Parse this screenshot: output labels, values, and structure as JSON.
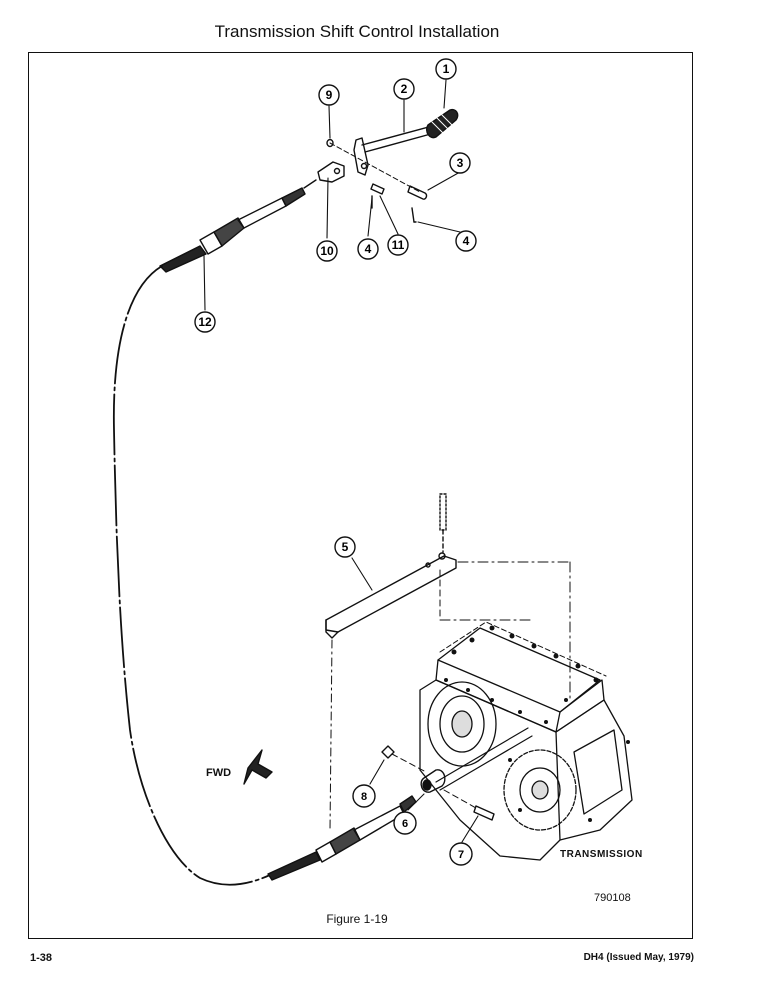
{
  "page_title": "Transmission Shift Control Installation",
  "figure_caption": "Figure 1-19",
  "page_number": "1-38",
  "document_id": "DH4 (Issued May, 1979)",
  "drawing_number": "790108",
  "labels": {
    "transmission": "TRANSMISSION",
    "fwd": "FWD"
  },
  "callouts": [
    "1",
    "2",
    "3",
    "4",
    "4",
    "5",
    "6",
    "7",
    "8",
    "9",
    "10",
    "11",
    "12"
  ]
}
